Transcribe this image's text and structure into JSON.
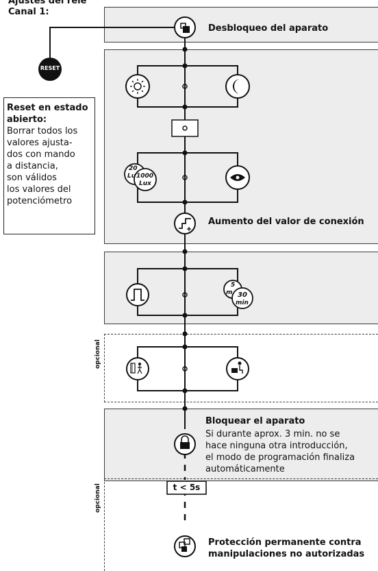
{
  "header": {
    "line1": "Ajustes del relé",
    "line2": "Canal 1:"
  },
  "reset_button": {
    "label": "RESET"
  },
  "reset_note": {
    "heading": "Reset en estado abierto:",
    "lines": [
      "Borrar todos los",
      "valores ajusta-",
      "dos con mando",
      "a distancia,",
      "son válidos",
      "los valores del",
      "potenciómetro"
    ]
  },
  "steps": {
    "unlock": {
      "label": "Desbloqueo del aparato"
    },
    "lux_badges": {
      "small_num": "20",
      "small_unit": "Lu",
      "big_num": "1000",
      "big_unit": "Lux"
    },
    "increase": {
      "label": "Aumento del valor de conexión"
    },
    "time_badges": {
      "small_num": "5",
      "small_unit": "m",
      "big_num": "30",
      "big_unit": "min"
    },
    "optional_1": "opcional",
    "lock": {
      "title": "Bloquear el aparato",
      "lines": [
        "Si durante aprox. 3 min. no se",
        "hace ninguna otra introducción,",
        "el modo de programación finaliza",
        "automáticamente"
      ]
    },
    "optional_2": "opcional",
    "timer": {
      "label": "t < 5s"
    },
    "protect": {
      "line1": "Protección permanente contra",
      "line2": "manipulaciones no autorizadas"
    }
  }
}
